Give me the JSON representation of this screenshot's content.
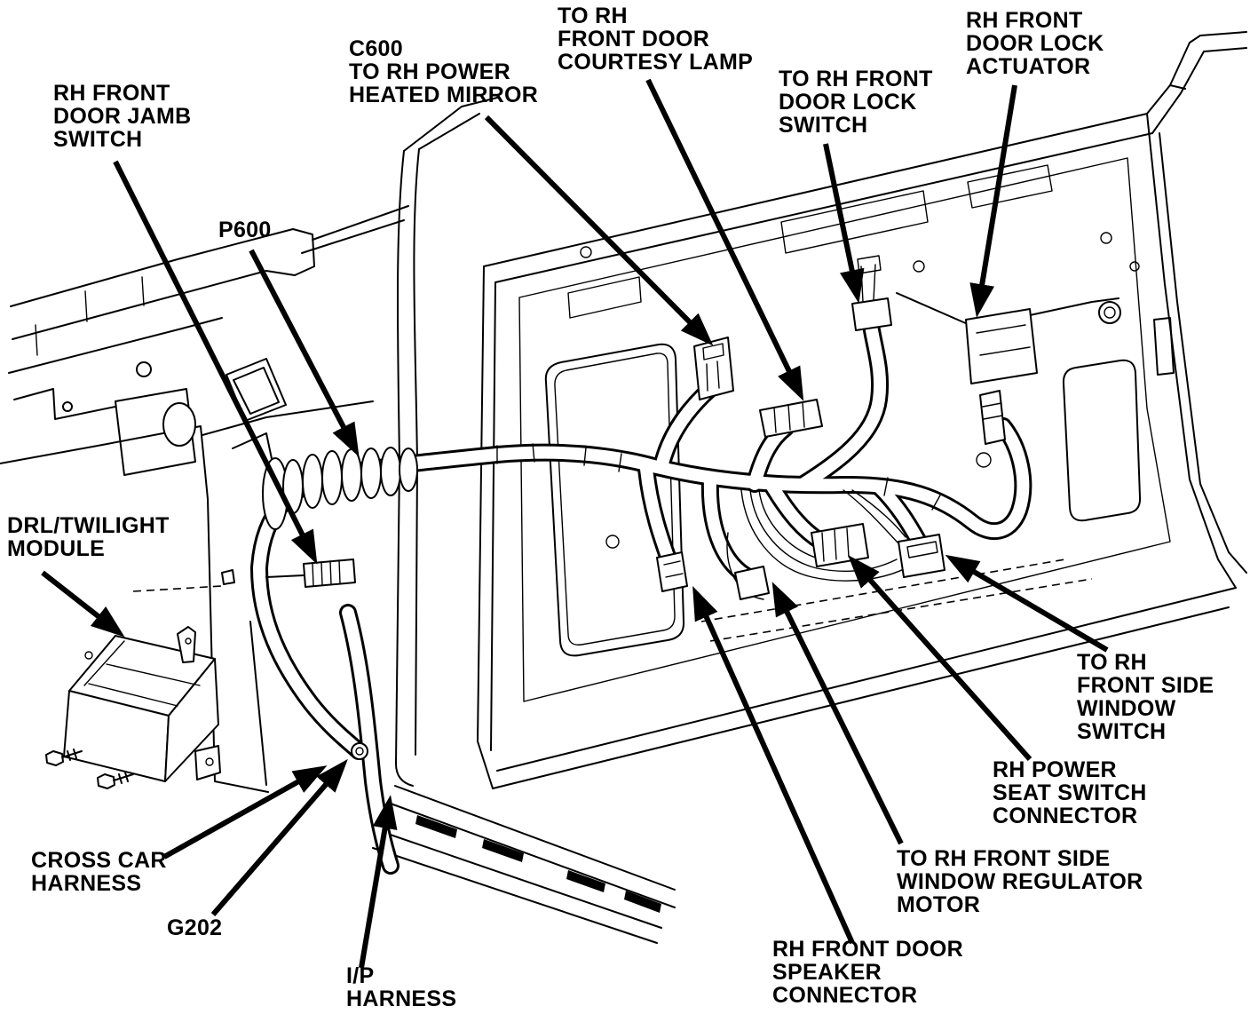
{
  "diagram": {
    "labels": {
      "door_jamb_switch": [
        "RH FRONT",
        "DOOR JAMB",
        "SWITCH"
      ],
      "c600_mirror": [
        "C600",
        "TO RH POWER",
        "HEATED MIRROR"
      ],
      "courtesy_lamp": [
        "TO RH",
        "FRONT DOOR",
        "COURTESY LAMP"
      ],
      "door_lock_switch": [
        "TO RH FRONT",
        "DOOR LOCK",
        "SWITCH"
      ],
      "door_lock_actuator": [
        "RH FRONT",
        "DOOR LOCK",
        "ACTUATOR"
      ],
      "p600": [
        "P600"
      ],
      "drl_module": [
        "DRL/TWILIGHT",
        "MODULE"
      ],
      "cross_car_harness": [
        "CROSS CAR",
        "HARNESS"
      ],
      "g202": [
        "G202"
      ],
      "ip_harness": [
        "I/P",
        "HARNESS"
      ],
      "speaker_connector": [
        "RH FRONT DOOR",
        "SPEAKER",
        "CONNECTOR"
      ],
      "window_regulator_motor": [
        "TO RH FRONT SIDE",
        "WINDOW REGULATOR",
        "MOTOR"
      ],
      "seat_switch_connector": [
        "RH POWER",
        "SEAT SWITCH",
        "CONNECTOR"
      ],
      "window_switch": [
        "TO RH",
        "FRONT SIDE",
        "WINDOW",
        "SWITCH"
      ]
    },
    "colors": {
      "ink": "#000000",
      "background": "#ffffff"
    }
  }
}
